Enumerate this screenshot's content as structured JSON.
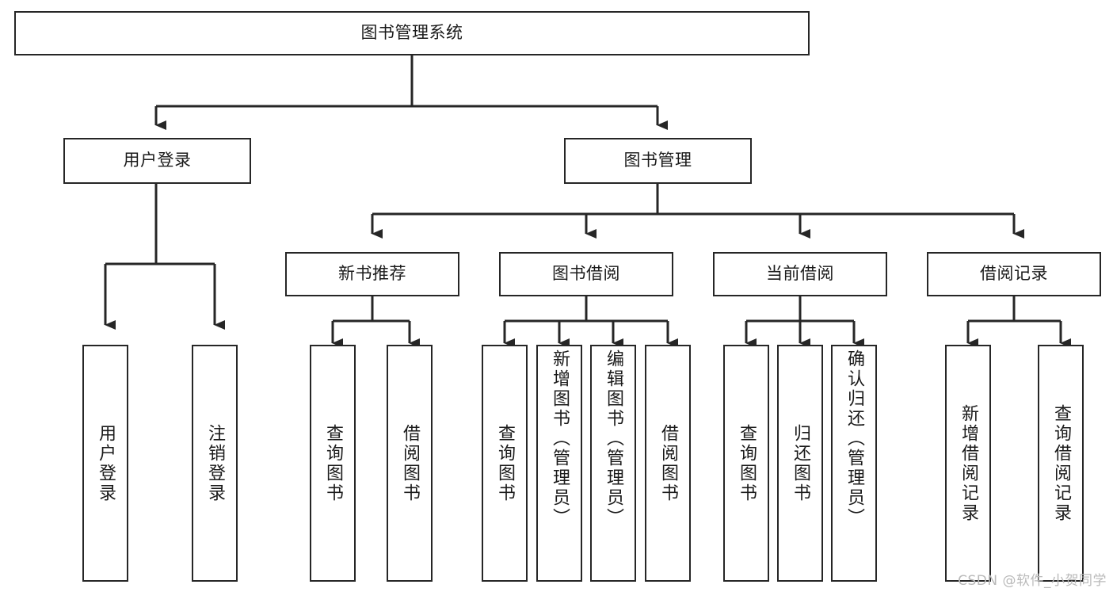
{
  "diagram": {
    "type": "tree-hierarchy",
    "title": "图书管理系统",
    "watermark": "CSDN @软件_小贺同学",
    "colors": {
      "stroke": "#262626",
      "fill": "#ffffff",
      "text": "#1a1a1a",
      "watermark": "#b9b9b9"
    },
    "levels": {
      "root": {
        "label": "图书管理系统"
      },
      "level2": [
        {
          "id": "user-login",
          "label": "用户登录"
        },
        {
          "id": "book-manage",
          "label": "图书管理"
        }
      ],
      "level3": [
        {
          "id": "new-book-recommend",
          "label": "新书推荐",
          "parent": "book-manage"
        },
        {
          "id": "book-borrow",
          "label": "图书借阅",
          "parent": "book-manage"
        },
        {
          "id": "current-borrow",
          "label": "当前借阅",
          "parent": "book-manage"
        },
        {
          "id": "borrow-record",
          "label": "借阅记录",
          "parent": "book-manage"
        }
      ],
      "leaves": [
        {
          "id": "leaf-user-login",
          "label": "用户登录",
          "parent": "user-login"
        },
        {
          "id": "leaf-logout",
          "label": "注销登录",
          "parent": "user-login"
        },
        {
          "id": "leaf-query-book-1",
          "label": "查询图书",
          "parent": "new-book-recommend"
        },
        {
          "id": "leaf-borrow-book-1",
          "label": "借阅图书",
          "parent": "new-book-recommend"
        },
        {
          "id": "leaf-query-book-2",
          "label": "查询图书",
          "parent": "book-borrow"
        },
        {
          "id": "leaf-add-book",
          "label": "新增图书（管理员）",
          "parent": "book-borrow"
        },
        {
          "id": "leaf-edit-book",
          "label": "编辑图书（管理员）",
          "parent": "book-borrow"
        },
        {
          "id": "leaf-borrow-book-2",
          "label": "借阅图书",
          "parent": "book-borrow"
        },
        {
          "id": "leaf-query-book-3",
          "label": "查询图书",
          "parent": "current-borrow"
        },
        {
          "id": "leaf-return-book",
          "label": "归还图书",
          "parent": "current-borrow"
        },
        {
          "id": "leaf-confirm-return",
          "label": "确认归还（管理员）",
          "parent": "current-borrow"
        },
        {
          "id": "leaf-add-record",
          "label": "新增借阅记录",
          "parent": "borrow-record"
        },
        {
          "id": "leaf-query-record",
          "label": "查询借阅记录",
          "parent": "borrow-record"
        }
      ]
    }
  }
}
